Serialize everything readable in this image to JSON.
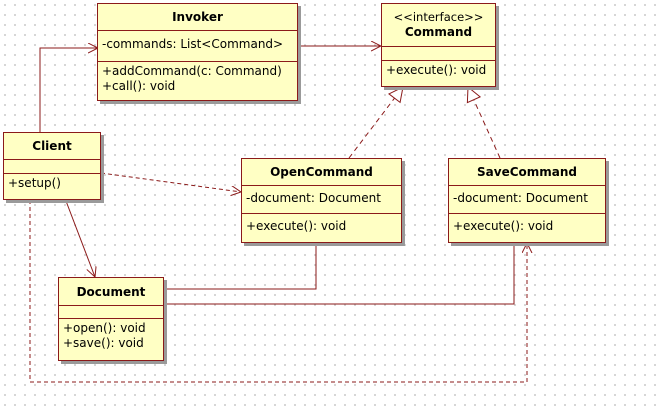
{
  "colors": {
    "border": "#8b1a1a",
    "fill": "#ffffc4",
    "line": "#8b1a1a"
  },
  "classes": {
    "invoker": {
      "name": "Invoker",
      "attributes": [
        "-commands: List<Command>"
      ],
      "operations": [
        "+addCommand(c: Command)",
        "+call(): void"
      ]
    },
    "command": {
      "stereotype": "<<interface>>",
      "name": "Command",
      "attributes": [],
      "operations": [
        "+execute(): void"
      ]
    },
    "client": {
      "name": "Client",
      "attributes": [],
      "operations": [
        "+setup()"
      ]
    },
    "open_command": {
      "name": "OpenCommand",
      "attributes": [
        "-document: Document"
      ],
      "operations": [
        "+execute(): void"
      ]
    },
    "save_command": {
      "name": "SaveCommand",
      "attributes": [
        "-document: Document"
      ],
      "operations": [
        "+execute(): void"
      ]
    },
    "document": {
      "name": "Document",
      "attributes": [],
      "operations": [
        "+open(): void",
        "+save(): void"
      ]
    }
  },
  "relationships": [
    {
      "from": "client",
      "to": "invoker",
      "kind": "association"
    },
    {
      "from": "invoker",
      "to": "command",
      "kind": "association"
    },
    {
      "from": "open_command",
      "to": "command",
      "kind": "realization"
    },
    {
      "from": "save_command",
      "to": "command",
      "kind": "realization"
    },
    {
      "from": "client",
      "to": "open_command",
      "kind": "dependency"
    },
    {
      "from": "client",
      "to": "save_command",
      "kind": "dependency"
    },
    {
      "from": "client",
      "to": "document",
      "kind": "association"
    },
    {
      "from": "open_command",
      "to": "document",
      "kind": "association"
    },
    {
      "from": "save_command",
      "to": "document",
      "kind": "association"
    }
  ]
}
